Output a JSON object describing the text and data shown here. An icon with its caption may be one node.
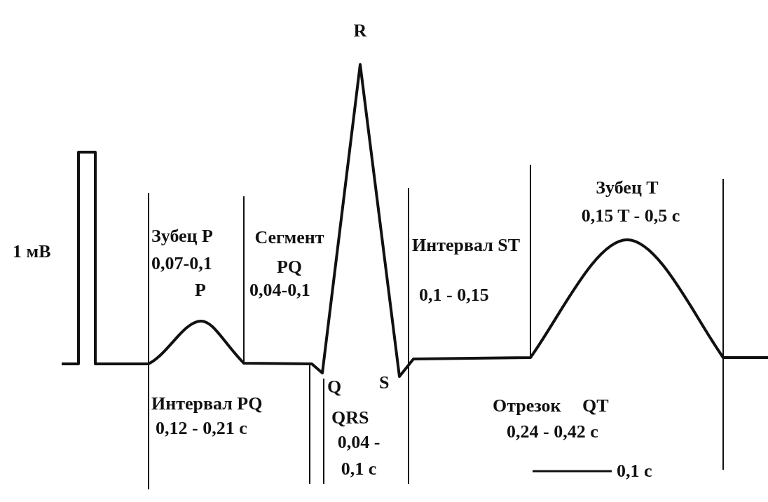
{
  "diagram": {
    "labels": [
      "R",
      "1 мВ",
      "Зубец P",
      "0,07-0,1",
      "P",
      "Сегмент PQ",
      "0,04-0,1",
      "Интервал ST",
      "0,1 - 0,15",
      "Зубец T",
      "0,15 T - 0,5 с",
      "Q",
      "S",
      "Интервал PQ",
      "0,12 - 0,21 с",
      "QRS",
      "0,04 - 0,1 с",
      "Отрезок QT",
      "0,24 - 0,42 с",
      "0,1 с"
    ]
  }
}
